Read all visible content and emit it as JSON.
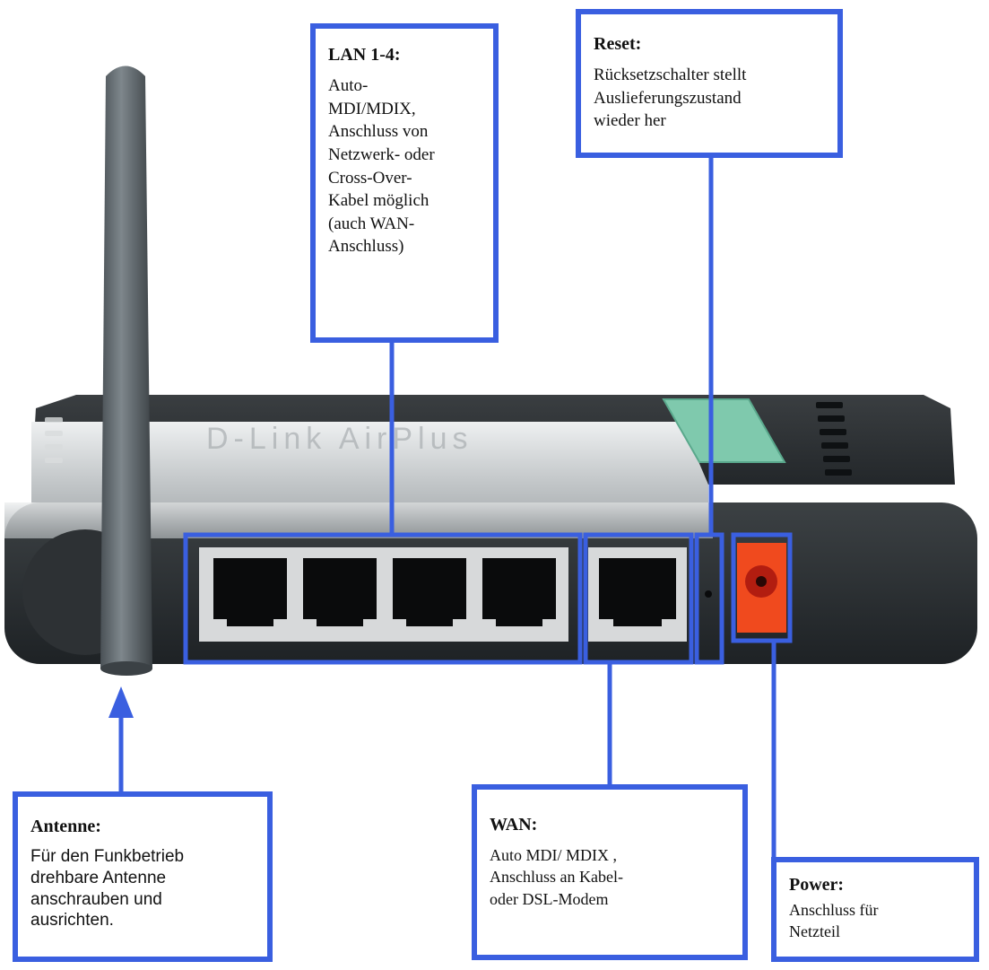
{
  "colors": {
    "accent": "#3a5fe0",
    "router_silver": "#c9cccd",
    "router_dark": "#2b2f32",
    "port_dark": "#111111",
    "power_orange": "#f04a1e",
    "led_cover": "#7fc9ad"
  },
  "callouts": {
    "lan": {
      "title": "LAN 1-4:",
      "lines": [
        "Auto-",
        "MDI/MDIX,",
        "Anschluss von",
        "Netzwerk- oder",
        "Cross-Over-",
        "Kabel möglich",
        "(auch WAN-",
        "Anschluss)"
      ]
    },
    "reset": {
      "title": "Reset:",
      "lines": [
        "Rücksetzschalter stellt",
        "Auslieferungszustand",
        "wieder her"
      ]
    },
    "antenna": {
      "title": "Antenne:",
      "lines": [
        "Für den Funkbetrieb",
        "drehbare Antenne",
        "anschrauben und",
        "ausrichten."
      ]
    },
    "wan": {
      "title": "WAN:",
      "lines": [
        "Auto MDI/ MDIX ,",
        "Anschluss an Kabel-",
        "oder DSL-Modem"
      ]
    },
    "power": {
      "title": "Power:",
      "lines": [
        "Anschluss für",
        "Netzteil"
      ]
    }
  }
}
